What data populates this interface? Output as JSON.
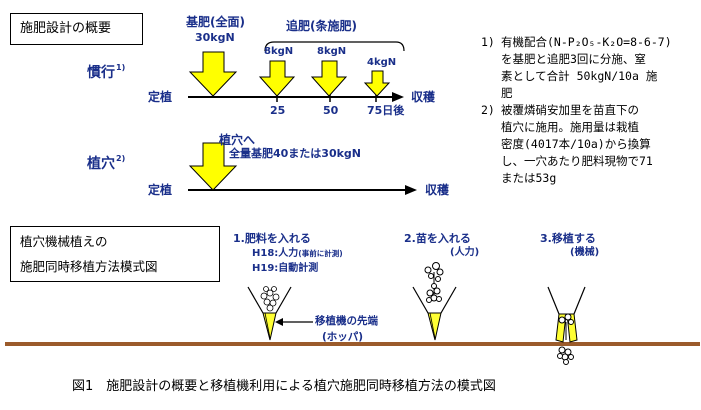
{
  "design_box": {
    "title": "施肥設計の概要"
  },
  "kanko": {
    "label": "慣行",
    "sup": "1)",
    "basal_label": "基肥(全面)",
    "basal_amount": "30kgN",
    "topdress_label": "追肥(条施肥)",
    "topdress_amounts": [
      "8kgN",
      "8kgN",
      "4kgN"
    ],
    "axis_start": "定植",
    "axis_ticks": [
      "25",
      "50",
      "75日後"
    ],
    "axis_end": "収穫"
  },
  "uketsu": {
    "label": "植穴",
    "sup": "2)",
    "line1": "植穴へ",
    "line2": "全量基肥40または30kgN",
    "axis_start": "定植",
    "axis_end": "収穫"
  },
  "notes": [
    {
      "num": "1)",
      "lines": [
        "有機配合(N-P₂O₅-K₂O=8-6-7)",
        "を基肥と追肥3回に分施、窒",
        "素として合計 50kgN/10a 施",
        "肥"
      ]
    },
    {
      "num": "2)",
      "lines": [
        "被覆燐硝安加里を苗直下の",
        "植穴に施用。施用量は栽植",
        "密度(4017本/10a)から換算",
        "し、一穴あたり肥料現物で71",
        "または53g"
      ]
    }
  ],
  "machine_box": {
    "line1": "植穴機械植えの",
    "line2": "施肥同時移植方法模式図"
  },
  "steps": [
    {
      "title": "1.肥料を入れる",
      "sub1_prefix": "H18:人力",
      "sub1_note": "(事前に計測)",
      "sub2": "H19:自動計測"
    },
    {
      "title": "2.苗を入れる",
      "sub": "(人力)"
    },
    {
      "title": "3.移植する",
      "sub": "(機械)"
    }
  ],
  "hopper_label": {
    "line1": "移植機の先端",
    "line2": "(ホッパ)"
  },
  "caption": "図1　施肥設計の概要と移植機利用による植穴施肥同時移植方法の模式図",
  "colors": {
    "arrow_fill": "#ffff00",
    "ground": "#9b5b2b",
    "text_blue": "#1a2f8a",
    "hopper_fill": "#ffff33"
  }
}
